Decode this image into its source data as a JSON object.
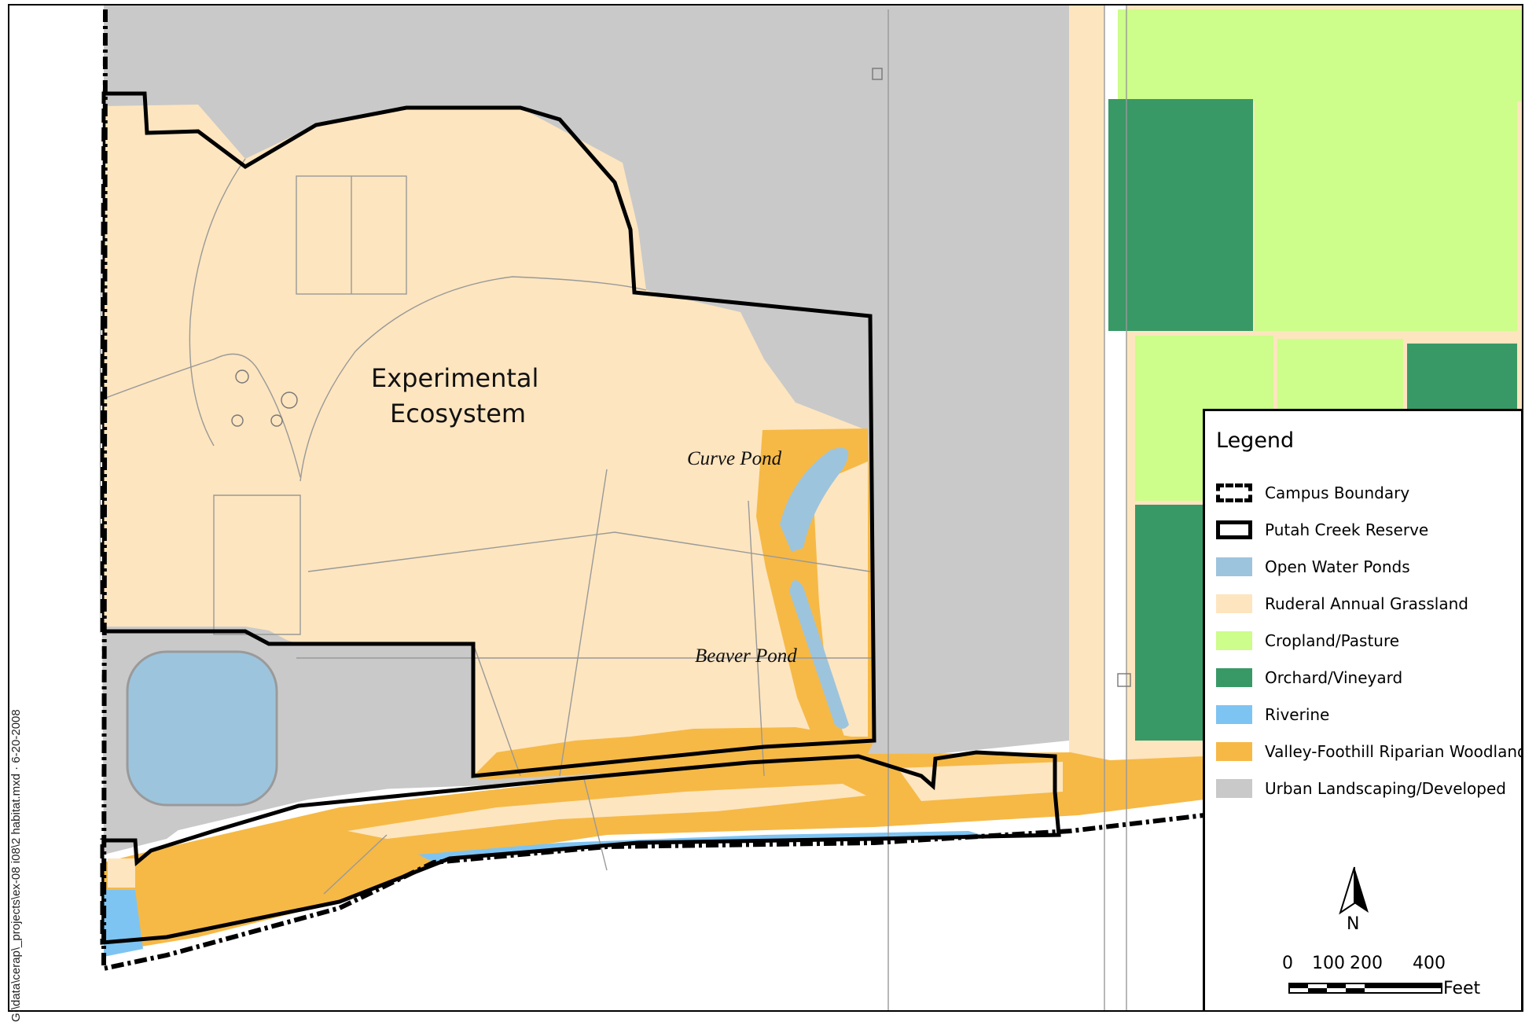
{
  "map": {
    "labels": {
      "experimental_line1": "Experimental",
      "experimental_line2": "Ecosystem",
      "curve_pond": "Curve Pond",
      "beaver_pond": "Beaver Pond"
    },
    "side_text": "G:\\data\\cerap\\_projects\\ex-08 i08\\2 habitat.mxd · 6-20-2008",
    "colors": {
      "open_water_ponds": "#9dc4dd",
      "ruderal_annual_grassland": "#fde5bf",
      "cropland_pasture": "#cdfd8a",
      "orchard_vineyard": "#389966",
      "riverine": "#7ec4f2",
      "valley_foothill_riparian_woodland": "#f6b946",
      "urban_landscaping_developed": "#c9c9c9"
    }
  },
  "legend": {
    "title": "Legend",
    "items": [
      {
        "label": "Campus Boundary"
      },
      {
        "label": "Putah Creek Reserve"
      },
      {
        "label": "Open Water Ponds"
      },
      {
        "label": "Ruderal Annual Grassland"
      },
      {
        "label": "Cropland/Pasture"
      },
      {
        "label": "Orchard/Vineyard"
      },
      {
        "label": "Riverine"
      },
      {
        "label": "Valley-Foothill Riparian Woodland"
      },
      {
        "label": "Urban Landscaping/Developed"
      }
    ],
    "north": "N",
    "scale": {
      "ticks": [
        "0",
        "100",
        "200",
        "400"
      ],
      "unit": "Feet"
    }
  }
}
